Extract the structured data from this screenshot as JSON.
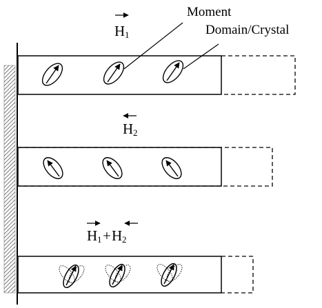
{
  "labels": {
    "moment": "Moment",
    "domain_crystal": "Domain/Crystal"
  },
  "fields": {
    "h1": {
      "letter": "H",
      "subscript": "1"
    },
    "h2": {
      "letter": "H",
      "subscript": "2"
    },
    "combined": {
      "part1_letter": "H",
      "part1_sub": "1",
      "plus": "+",
      "part2_letter": "H",
      "part2_sub": "2"
    }
  },
  "colors": {
    "ink": "#000000",
    "background": "#ffffff",
    "wall_hatch": "#555555"
  }
}
